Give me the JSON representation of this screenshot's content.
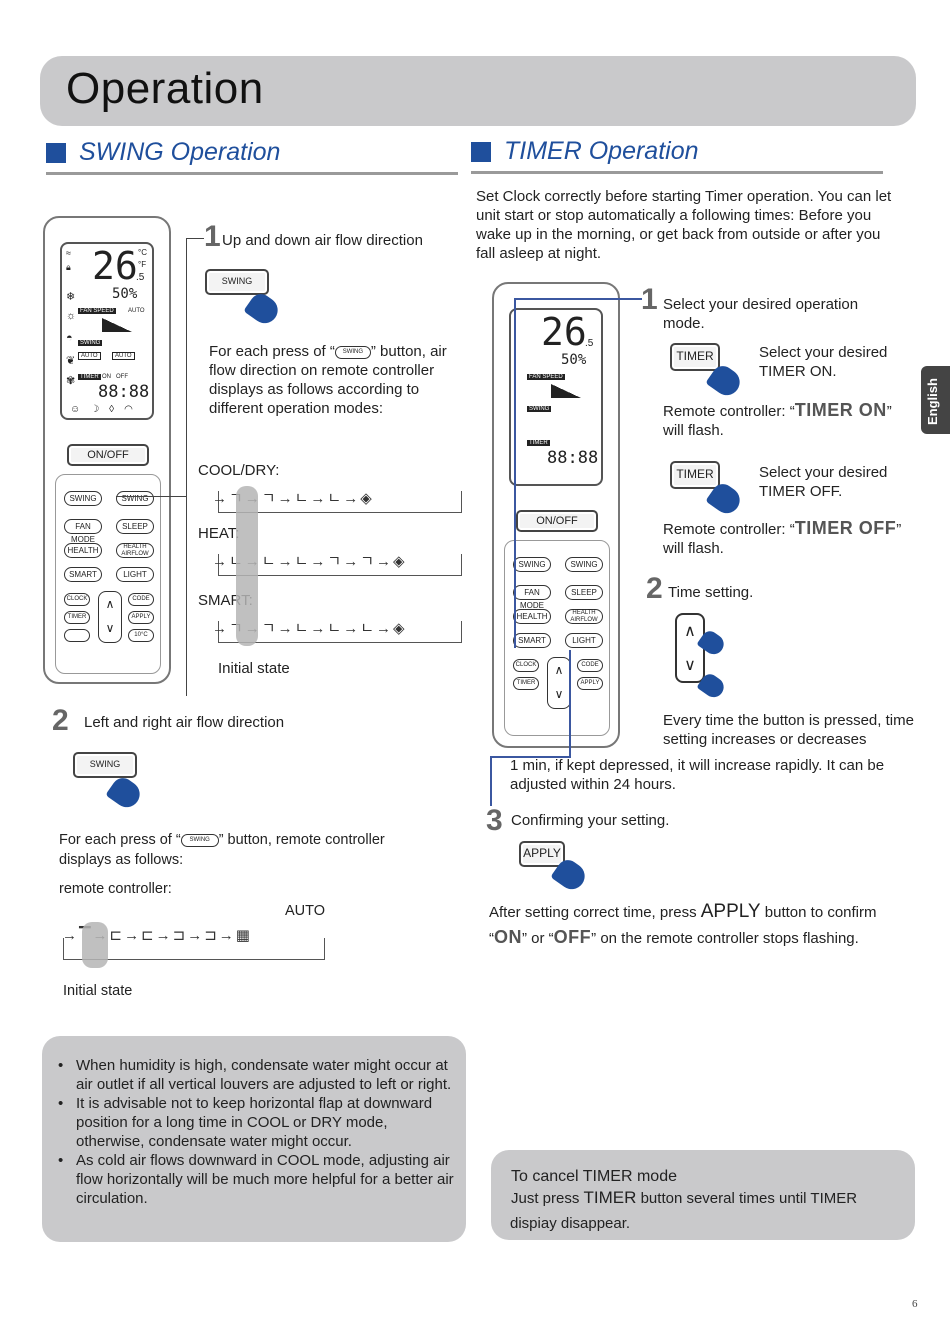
{
  "header": {
    "title": "Operation"
  },
  "lang_tab": "English",
  "swing": {
    "section_title": "SWING Operation",
    "step1_num": "1",
    "step1_label": "Up and down air flow direction",
    "swing_btn_label": "SWING",
    "step1_desc_a": "For each press of “",
    "step1_desc_b": "” button, air flow direction on remote controller displays as follows according to different operation modes:",
    "mode_cool": "COOL/DRY:",
    "mode_heat": "HEAT:",
    "mode_smart": "SMART:",
    "initial_state_1": "Initial state",
    "step2_num": "2",
    "step2_label": "Left and right air flow direction",
    "step2_desc_a": "For each press of “",
    "step2_desc_b": "” button, remote controller displays as follows:",
    "remote_controller_label": "remote controller:",
    "auto_label": "AUTO",
    "initial_state_2": "Initial state",
    "notes": [
      "When humidity is high, condensate water might occur at air outlet if all vertical louvers are adjusted to left or right.",
      "It is advisable not to keep horizontal flap at downward position for a long time in COOL or DRY mode, otherwise, condensate water might occur.",
      "As cold air flows downward in COOL mode, adjusting air flow horizontally will be much more helpful for a better air circulation."
    ]
  },
  "remote": {
    "temp": "26",
    "temp_dec": ".5",
    "unit_c": "°C",
    "unit_f": "°F",
    "humidity": "50%",
    "fan_speed": "FAN SPEED",
    "auto": "AUTO",
    "swing": "SWING",
    "timer": "TIMER",
    "on": "ON",
    "off": "OFF",
    "clock": "88:88",
    "onoff": "ON/OFF",
    "keys": [
      "SWING",
      "SWING",
      "FAN MODE",
      "SLEEP",
      "HEALTH",
      "HEALTH AIRFLOW",
      "SMART",
      "LIGHT",
      "CLOCK",
      "CODE",
      "TIMER",
      "APPLY",
      "",
      "10°C"
    ]
  },
  "timer": {
    "section_title": "TIMER Operation",
    "intro": "Set Clock correctly before starting Timer operation. You can let unit start or stop automatically a following times: Before you wake up in the morning, or get back from outside or after you fall asleep at night.",
    "step1_num": "1",
    "step1_label": "Select your desired operation mode.",
    "timer_btn_label": "TIMER",
    "select_on": "Select your desired TIMER ON.",
    "flash_on_a": "Remote controller: “",
    "flash_on_disp": "TIMER ON",
    "flash_on_b": "” will flash.",
    "select_off": "Select your desired TIMER OFF.",
    "flash_off_a": "Remote controller: “",
    "flash_off_disp": "TIMER OFF",
    "flash_off_b": "” will flash.",
    "step2_num": "2",
    "step2_label": "Time setting.",
    "step2_desc_a": "Every time the button is pressed, time setting increases or decreases",
    "step2_desc_b": "1 min, if kept depressed, it will increase rapidly. It can be adjusted within 24 hours.",
    "step3_num": "3",
    "step3_label": "Confirming your setting.",
    "apply_btn_label": "APPLY",
    "after_a": "After setting correct time, press",
    "after_apply": "APPLY",
    "after_b": "button to confirm",
    "after_c1": "“",
    "after_on": "ON",
    "after_c2": "” or “",
    "after_off": "OFF",
    "after_c3": "” on the remote controller stops flashing.",
    "cancel_title": "To cancel TIMER mode",
    "cancel_a": "Just press",
    "cancel_timer": "TIMER",
    "cancel_b": "button several times until TIMER",
    "cancel_c": "dispiay disappear."
  },
  "page_number": "6"
}
